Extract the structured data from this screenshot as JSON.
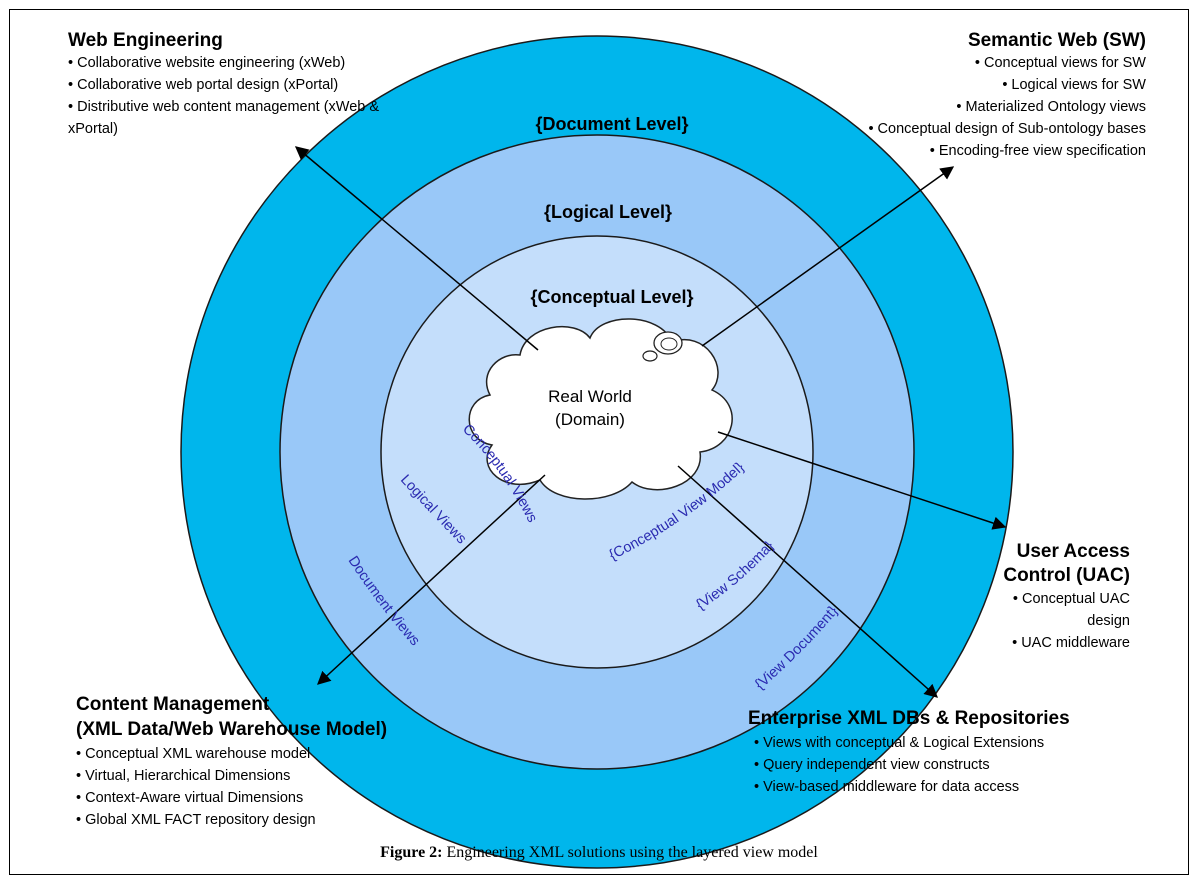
{
  "levels": {
    "document": "{Document Level}",
    "logical": "{Logical Level}",
    "conceptual": "{Conceptual Level}"
  },
  "center": {
    "line1": "Real World",
    "line2": "(Domain)"
  },
  "ring_views": {
    "conceptual_views": "Conceptual Views",
    "logical_views": "Logical Views",
    "document_views": "Document Views",
    "conceptual_view_model": "{Conceptual View Model}",
    "view_schema": "{View Schema}",
    "view_document": "{View Document}"
  },
  "web_engineering": {
    "title": "Web Engineering",
    "items": [
      "• Collaborative website engineering (xWeb)",
      "• Collaborative web portal design (xPortal)",
      "• Distributive web content management (xWeb &",
      "xPortal)"
    ]
  },
  "semantic_web": {
    "title": "Semantic Web (SW)",
    "items": [
      "• Conceptual views for SW",
      "• Logical  views for SW",
      "• Materialized Ontology views",
      "• Conceptual design of Sub-ontology bases",
      "• Encoding-free view specification"
    ]
  },
  "user_access_control": {
    "title_line1": "User Access",
    "title_line2": "Control (UAC)",
    "items": [
      "• Conceptual UAC",
      "design",
      "• UAC middleware"
    ]
  },
  "content_management": {
    "title_line1": "Content Management",
    "title_line2": "(XML Data/Web Warehouse Model)",
    "items": [
      "• Conceptual XML warehouse model",
      "• Virtual, Hierarchical Dimensions",
      "• Context-Aware virtual Dimensions",
      "• Global XML FACT repository design"
    ]
  },
  "enterprise_xml": {
    "title": "Enterprise XML DBs & Repositories",
    "items": [
      "• Views with conceptual & Logical Extensions",
      "• Query independent view constructs",
      "• View-based middleware for data access"
    ]
  },
  "caption": {
    "label": "Figure 2:",
    "text": " Engineering XML solutions using the layered view model"
  },
  "colors": {
    "outer_ring": "#00b6ec",
    "middle_ring": "#99c8f8",
    "inner_ring": "#c4defb",
    "view_text": "#2a2ab0"
  }
}
